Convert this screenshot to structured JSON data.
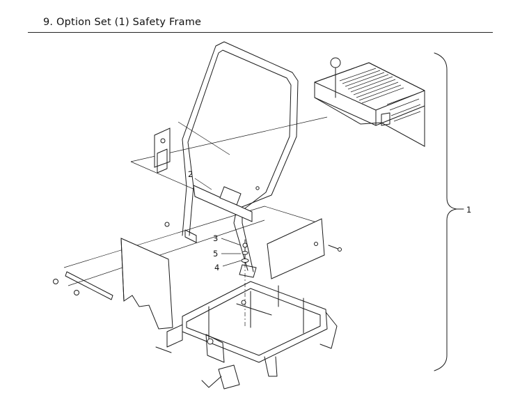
{
  "title": "9. Option Set (1) Safety Frame",
  "callouts": {
    "set_assembly": "1",
    "frame": "2",
    "bolt": "3",
    "washer": "5",
    "plate": "4"
  }
}
